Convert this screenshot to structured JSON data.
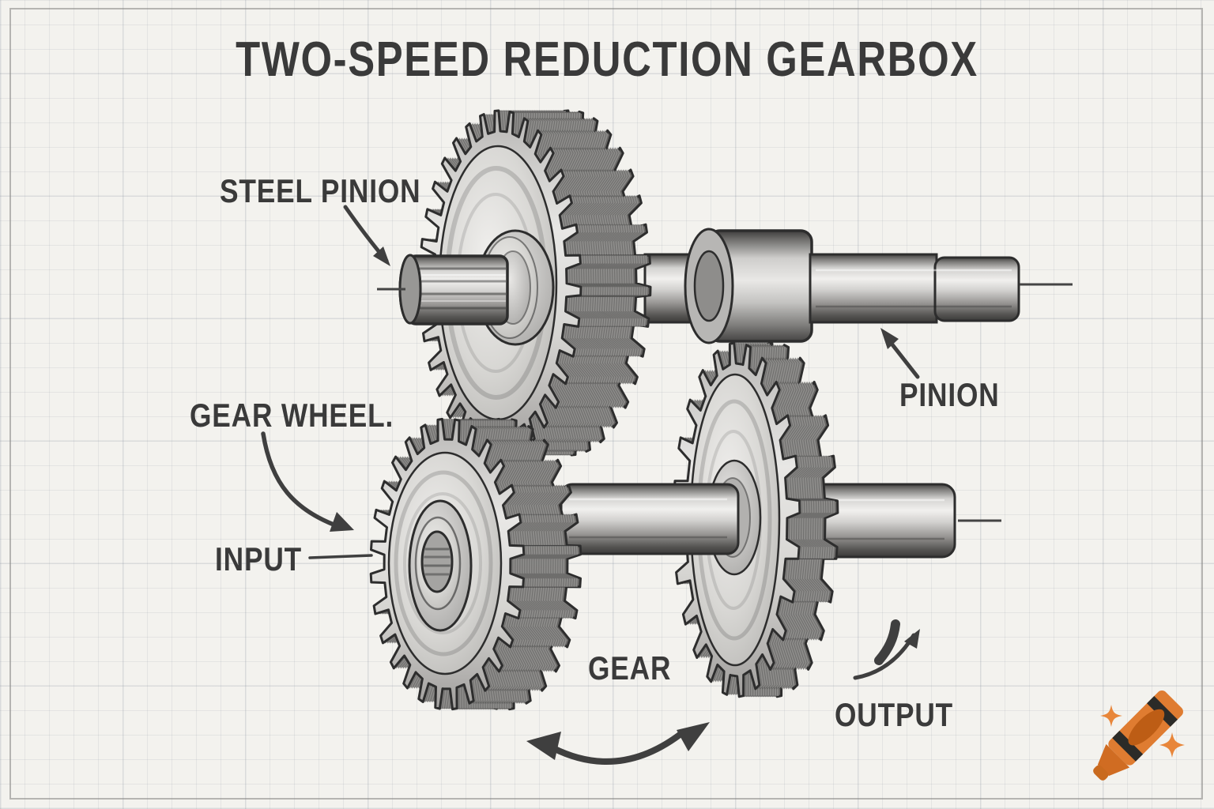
{
  "title": "TWO-SPEED REDUCTION GEARBOX",
  "labels": {
    "steel_pinion": "STEEL PINION",
    "gear_wheel": "GEAR WHEEL.",
    "input": "INPUT",
    "pinion": "PINION",
    "gear": "GEAR",
    "output": "OUTPUT"
  },
  "style": {
    "paper_color": "#f3f2ee",
    "grid_color": "#cdd1d6",
    "ink_color": "#3a3a3a",
    "metal_light": "#e9e8e6",
    "metal_dark": "#6f6e6c",
    "crayon_orange": "#df7c31",
    "crayon_label_orange": "#bd5d15",
    "crayon_stripe_black": "#2b2b28",
    "sparkle_orange": "#e8863a"
  },
  "logo": {
    "icon": "crayon-logo",
    "sparkle_icon": "sparkle-icon",
    "sparkle_count": 2
  }
}
